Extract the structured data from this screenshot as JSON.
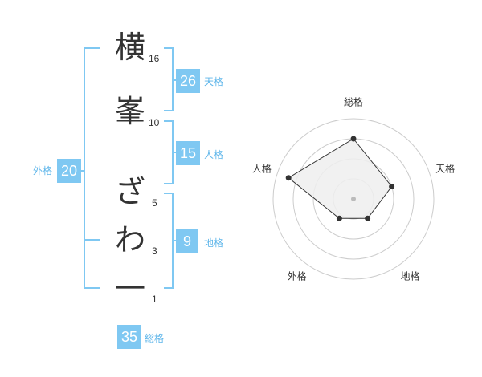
{
  "name_chars": [
    {
      "char": "横",
      "strokes": "16"
    },
    {
      "char": "峯",
      "strokes": "10"
    },
    {
      "char": "ざ",
      "strokes": "5"
    },
    {
      "char": "わ",
      "strokes": "3"
    },
    {
      "char": "一",
      "strokes": "1"
    }
  ],
  "kakusu": {
    "tenkaku": {
      "value": "26",
      "label": "天格"
    },
    "jinkaku": {
      "value": "15",
      "label": "人格"
    },
    "chikaku": {
      "value": "9",
      "label": "地格"
    },
    "gaikaku": {
      "value": "20",
      "label": "外格"
    },
    "soukaku": {
      "value": "35",
      "label": "総格"
    }
  },
  "chart_data": {
    "type": "radar",
    "axes": [
      "総格",
      "天格",
      "地格",
      "外格",
      "人格"
    ],
    "values": [
      0.75,
      0.5,
      0.3,
      0.3,
      0.85
    ],
    "rings": 4,
    "colors": {
      "accent": "#7fc8f2",
      "fill": "#eeeeee",
      "line": "#333333",
      "grid": "#cccccc",
      "center": "#bbbbbb"
    }
  }
}
